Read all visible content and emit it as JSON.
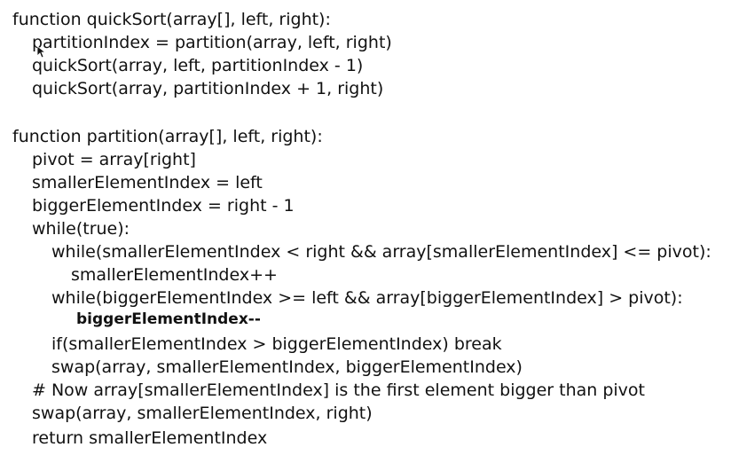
{
  "code": {
    "lines": [
      {
        "text": "function quickSort(array[], left, right):"
      },
      {
        "text": "partitionIndex = partition(array, left, right)"
      },
      {
        "text": "quickSort(array, left, partitionIndex - 1)"
      },
      {
        "text": "quickSort(array, partitionIndex + 1, right)"
      },
      {
        "text": "function partition(array[], left, right):"
      },
      {
        "text": "pivot = array[right]"
      },
      {
        "text": "smallerElementIndex = left"
      },
      {
        "text": "biggerElementIndex = right - 1"
      },
      {
        "text": "while(true):"
      },
      {
        "text": "while(smallerElementIndex < right && array[smallerElementIndex] <= pivot):"
      },
      {
        "text": "smallerElementIndex++"
      },
      {
        "text": "while(biggerElementIndex >= left && array[biggerElementIndex] > pivot):"
      },
      {
        "text": "biggerElementIndex--"
      },
      {
        "text": "if(smallerElementIndex > biggerElementIndex) break"
      },
      {
        "text": "swap(array, smallerElementIndex, biggerElementIndex)"
      },
      {
        "text": "# Now array[smallerElementIndex] is the first element bigger than pivot"
      },
      {
        "text": "swap(array, smallerElementIndex, right)"
      },
      {
        "text": "return smallerElementIndex"
      }
    ]
  },
  "icons": {
    "cursor": "mouse-pointer-icon"
  }
}
